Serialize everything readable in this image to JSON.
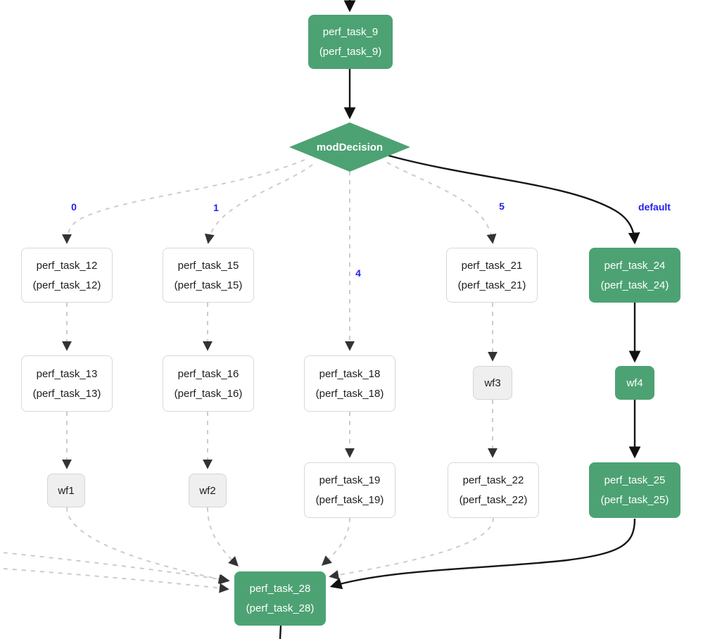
{
  "diagram": {
    "type": "workflow-dag",
    "colors": {
      "executed_node": "#4da273",
      "pending_node_fill": "#ffffff",
      "pending_node_border": "#d8d8d8",
      "subworkflow_fill": "#efefef",
      "dashed_edge": "#cccccc",
      "solid_edge": "#161616",
      "arrowhead": "#333333",
      "branch_label": "#2121ee"
    },
    "nodes": [
      {
        "id": "perf_task_9",
        "label": "perf_task_9",
        "sublabel": "(perf_task_9)",
        "kind": "task",
        "status": "executed"
      },
      {
        "id": "modDecision",
        "label": "modDecision",
        "sublabel": "",
        "kind": "decision",
        "status": "executed"
      },
      {
        "id": "perf_task_12",
        "label": "perf_task_12",
        "sublabel": "(perf_task_12)",
        "kind": "task",
        "status": "pending"
      },
      {
        "id": "perf_task_15",
        "label": "perf_task_15",
        "sublabel": "(perf_task_15)",
        "kind": "task",
        "status": "pending"
      },
      {
        "id": "perf_task_21",
        "label": "perf_task_21",
        "sublabel": "(perf_task_21)",
        "kind": "task",
        "status": "pending"
      },
      {
        "id": "perf_task_24",
        "label": "perf_task_24",
        "sublabel": "(perf_task_24)",
        "kind": "task",
        "status": "executed"
      },
      {
        "id": "perf_task_13",
        "label": "perf_task_13",
        "sublabel": "(perf_task_13)",
        "kind": "task",
        "status": "pending"
      },
      {
        "id": "perf_task_16",
        "label": "perf_task_16",
        "sublabel": "(perf_task_16)",
        "kind": "task",
        "status": "pending"
      },
      {
        "id": "perf_task_18",
        "label": "perf_task_18",
        "sublabel": "(perf_task_18)",
        "kind": "task",
        "status": "pending"
      },
      {
        "id": "wf3",
        "label": "wf3",
        "sublabel": "",
        "kind": "subworkflow",
        "status": "pending"
      },
      {
        "id": "wf4",
        "label": "wf4",
        "sublabel": "",
        "kind": "subworkflow",
        "status": "executed"
      },
      {
        "id": "wf1",
        "label": "wf1",
        "sublabel": "",
        "kind": "subworkflow",
        "status": "pending"
      },
      {
        "id": "wf2",
        "label": "wf2",
        "sublabel": "",
        "kind": "subworkflow",
        "status": "pending"
      },
      {
        "id": "perf_task_19",
        "label": "perf_task_19",
        "sublabel": "(perf_task_19)",
        "kind": "task",
        "status": "pending"
      },
      {
        "id": "perf_task_22",
        "label": "perf_task_22",
        "sublabel": "(perf_task_22)",
        "kind": "task",
        "status": "pending"
      },
      {
        "id": "perf_task_25",
        "label": "perf_task_25",
        "sublabel": "(perf_task_25)",
        "kind": "task",
        "status": "executed"
      },
      {
        "id": "perf_task_28",
        "label": "perf_task_28",
        "sublabel": "(perf_task_28)",
        "kind": "task",
        "status": "executed"
      }
    ],
    "edge_labels": [
      {
        "text": "0"
      },
      {
        "text": "1"
      },
      {
        "text": "4"
      },
      {
        "text": "5"
      },
      {
        "text": "default"
      }
    ],
    "edges": [
      {
        "from": "offscreen-top",
        "to": "perf_task_9",
        "style": "solid"
      },
      {
        "from": "perf_task_9",
        "to": "modDecision",
        "style": "solid"
      },
      {
        "from": "modDecision",
        "to": "perf_task_12",
        "style": "dashed",
        "label": "0"
      },
      {
        "from": "modDecision",
        "to": "perf_task_15",
        "style": "dashed",
        "label": "1"
      },
      {
        "from": "modDecision",
        "to": "perf_task_18",
        "style": "dashed",
        "label": "4"
      },
      {
        "from": "modDecision",
        "to": "perf_task_21",
        "style": "dashed",
        "label": "5"
      },
      {
        "from": "modDecision",
        "to": "perf_task_24",
        "style": "solid",
        "label": "default"
      },
      {
        "from": "perf_task_12",
        "to": "perf_task_13",
        "style": "dashed"
      },
      {
        "from": "perf_task_15",
        "to": "perf_task_16",
        "style": "dashed"
      },
      {
        "from": "perf_task_21",
        "to": "wf3",
        "style": "dashed"
      },
      {
        "from": "perf_task_24",
        "to": "wf4",
        "style": "solid"
      },
      {
        "from": "perf_task_13",
        "to": "wf1",
        "style": "dashed"
      },
      {
        "from": "perf_task_16",
        "to": "wf2",
        "style": "dashed"
      },
      {
        "from": "perf_task_18",
        "to": "perf_task_19",
        "style": "dashed"
      },
      {
        "from": "wf3",
        "to": "perf_task_22",
        "style": "dashed"
      },
      {
        "from": "wf4",
        "to": "perf_task_25",
        "style": "solid"
      },
      {
        "from": "wf1",
        "to": "perf_task_28",
        "style": "dashed"
      },
      {
        "from": "wf2",
        "to": "perf_task_28",
        "style": "dashed"
      },
      {
        "from": "perf_task_19",
        "to": "perf_task_28",
        "style": "dashed"
      },
      {
        "from": "perf_task_22",
        "to": "perf_task_28",
        "style": "dashed"
      },
      {
        "from": "perf_task_25",
        "to": "perf_task_28",
        "style": "solid"
      },
      {
        "from": "offscreen-left-1",
        "to": "perf_task_28",
        "style": "dashed"
      },
      {
        "from": "offscreen-left-2",
        "to": "perf_task_28",
        "style": "dashed"
      },
      {
        "from": "perf_task_28",
        "to": "offscreen-bottom",
        "style": "solid"
      }
    ]
  }
}
